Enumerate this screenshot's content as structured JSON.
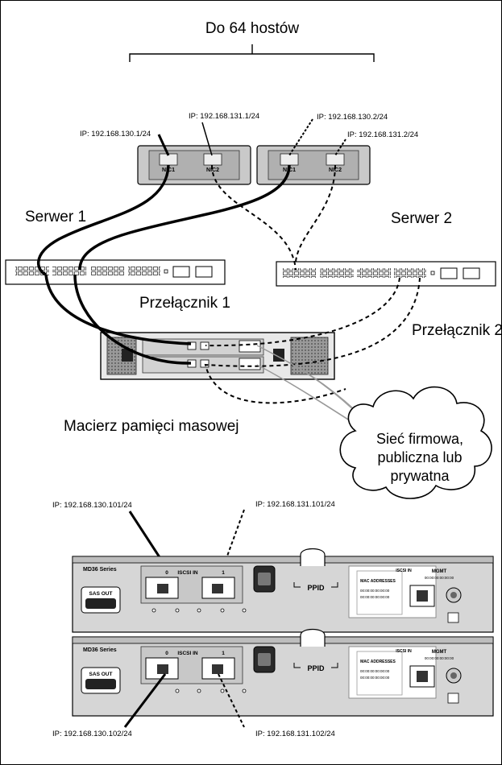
{
  "hosts_label": "Do 64 hostów",
  "server1": {
    "label": "Serwer 1",
    "ip_nic1": "IP: 192.168.130.1/24",
    "ip_nic2": "IP: 192.168.131.1/24",
    "nic1": "NIC1",
    "nic2": "NIC2"
  },
  "server2": {
    "label": "Serwer 2",
    "ip_nic1": "IP: 192.168.130.2/24",
    "ip_nic2": "IP: 192.168.131.2/24",
    "nic1": "NIC1",
    "nic2": "NIC2"
  },
  "switch1": {
    "label": "Przełącznik 1"
  },
  "switch2": {
    "label": "Przełącznik 2"
  },
  "storage_label": "Macierz pamięci masowej",
  "cloud": {
    "line1": "Sieć firmowa,",
    "line2": "publiczna lub",
    "line3": "prywatna"
  },
  "controller_top": {
    "series": "MD36 Series",
    "sas_out": "SAS OUT",
    "iscsi_in": "ISCSI IN",
    "port0": "0",
    "port1": "1",
    "ppid": "PPID",
    "mgmt": "MGMT",
    "mac_addresses": "MAC ADDRESSES",
    "mac_value": "00:00:00:00:00:00",
    "ip_port0": "IP: 192.168.130.101/24",
    "ip_port1": "IP: 192.168.131.101/24"
  },
  "controller_bottom": {
    "series": "MD36 Series",
    "sas_out": "SAS OUT",
    "iscsi_in": "ISCSI IN",
    "port0": "0",
    "port1": "1",
    "ppid": "PPID",
    "mgmt": "MGMT",
    "mac_addresses": "MAC ADDRESSES",
    "mac_value": "00:00:00:00:00:00",
    "ip_port0": "IP: 192.168.130.102/24",
    "ip_port1": "IP: 192.168.131.102/24"
  }
}
